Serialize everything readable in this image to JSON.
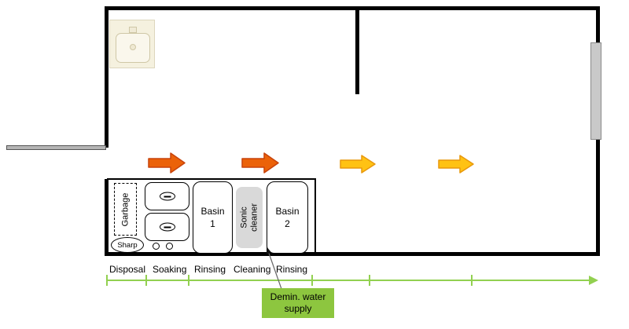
{
  "equipment": {
    "garbage_label": "Garbage",
    "sharp_label": "Sharp",
    "basin1": {
      "line1": "Basin",
      "line2": "1"
    },
    "sonic": {
      "line1": "Sonic",
      "line2": "cleaner"
    },
    "basin2": {
      "line1": "Basin",
      "line2": "2"
    }
  },
  "stages": {
    "labels": [
      "Disposal",
      "Soaking",
      "Rinsing",
      "Cleaning",
      "Rinsing"
    ]
  },
  "callout": {
    "line1": "Demin. water",
    "line2": "supply"
  },
  "colors": {
    "wall": "#000000",
    "orange_arrow_fill": "#EB6209",
    "orange_arrow_stroke": "#C8430B",
    "yellow_arrow_fill": "#FFC213",
    "yellow_arrow_stroke": "#E8980C",
    "timeline_green": "#92D050",
    "callout_green": "#8DC63F",
    "sonic_gray": "#D9D9D9",
    "door_gray": "#C9C9C9",
    "sink_icon_cream": "#F5F1DF"
  }
}
